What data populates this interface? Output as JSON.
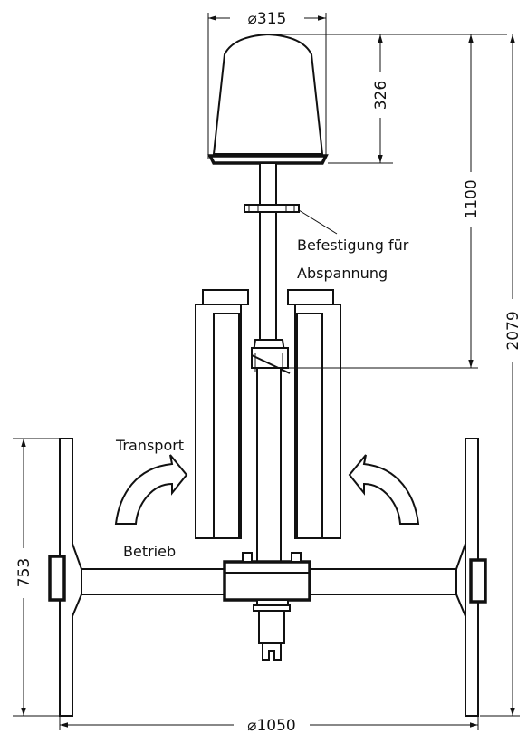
{
  "dimensions": {
    "head_diameter": "⌀315",
    "head_height": "326",
    "top_to_mount": "1100",
    "total_height": "2079",
    "foot_length": "753",
    "base_diameter": "⌀1050"
  },
  "labels": {
    "mount_line1": "Befestigung für",
    "mount_line2": "Abspannung",
    "transport": "Transport",
    "operation": "Betrieb"
  }
}
